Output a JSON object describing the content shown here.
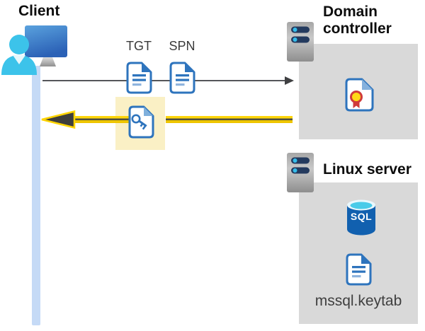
{
  "diagram": {
    "client": {
      "label": "Client"
    },
    "request_flow": {
      "tgt_label": "TGT",
      "spn_label": "SPN"
    },
    "domain_controller": {
      "label": "Domain controller"
    },
    "linux_server": {
      "label": "Linux server",
      "sql_text": "SQL",
      "keytab_label": "mssql.keytab"
    },
    "colors": {
      "document_blue": "#2e74bd",
      "document_fold_light": "#7fb0dc",
      "document_line_light": "#8fb4de",
      "highlight_yellow": "#faf0c5",
      "arrow_yellow": "#ffd400",
      "arrow_dark": "#3f4042",
      "panel_gray": "#d9d9d9",
      "server_navy": "#243a5e",
      "accent_cyan": "#35bce9",
      "timeline_blue": "#c5daf6",
      "person_cyan": "#3cc3ea",
      "monitor_blue": "#2d63b8",
      "seal_yellow": "#ffd816",
      "seal_red": "#d03a3a",
      "sql_blue": "#1160af"
    }
  }
}
